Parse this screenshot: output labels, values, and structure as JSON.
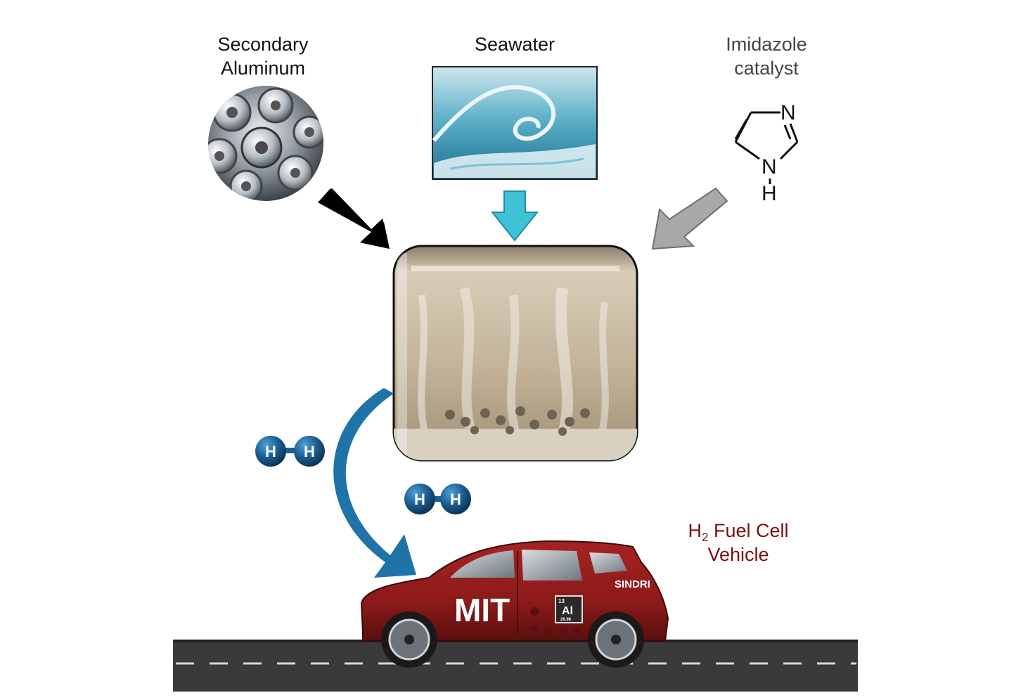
{
  "inputs": {
    "aluminum": {
      "line1": "Secondary",
      "line2": "Aluminum"
    },
    "seawater": {
      "label": "Seawater"
    },
    "catalyst": {
      "line1": "Imidazole",
      "line2": "catalyst"
    }
  },
  "molecule": {
    "atom_n_top": "N",
    "atom_n_bottom": "N",
    "atom_h": "H"
  },
  "hydrogen": {
    "atom_symbol": "H"
  },
  "output": {
    "h_symbol": "H",
    "subscript": "2",
    "line1_rest": " Fuel Cell",
    "line2": "Vehicle"
  },
  "car": {
    "logo": "MIT",
    "sponsor": "SINDRI",
    "element_number": "13",
    "element_symbol": "Al",
    "element_mass": "26.98"
  },
  "colors": {
    "arrow_aluminum": "#000000",
    "arrow_seawater": "#3fc1d6",
    "arrow_catalyst": "#a8a8a8",
    "arrow_hydrogen": "#1f73a8",
    "h_atom": "#1c5f92",
    "vehicle_label": "#7a1010",
    "car_body": "#8c1a1a",
    "road": "#3a3a3a"
  }
}
